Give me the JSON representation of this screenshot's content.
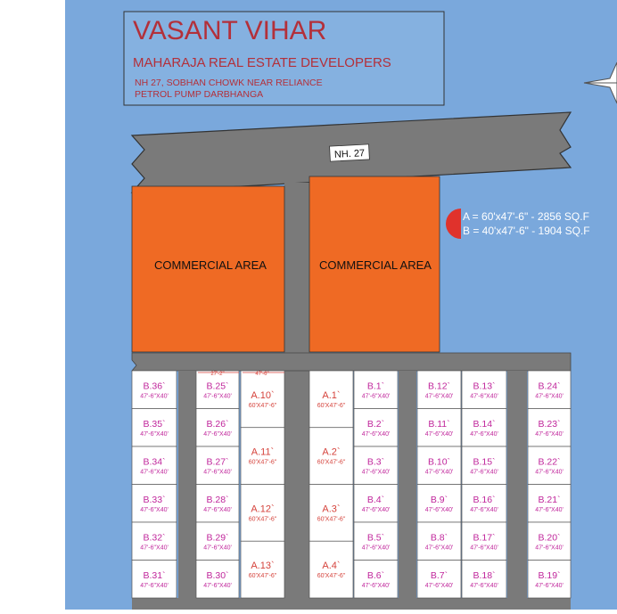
{
  "colors": {
    "background": "#7aa8dc",
    "road": "#7a7a7a",
    "commercial": "#ef6a24",
    "title_red": "#b3303a",
    "plot_pink": "#c0259b",
    "plot_red": "#d5423b",
    "legend_red": "#e0322c"
  },
  "title": {
    "name": "VASANT VIHAR",
    "developer": "MAHARAJA REAL ESTATE DEVELOPERS",
    "address_line1": "NH 27, SOBHAN CHOWK NEAR RELIANCE",
    "address_line2": "PETROL PUMP DARBHANGA"
  },
  "highway_label": "NH. 27",
  "commercial": {
    "left_label": "COMMERCIAL AREA",
    "right_label": "COMMERCIAL AREA"
  },
  "legend": {
    "line_a": "A = 60'x47'-6\"  - 2856 SQ.F",
    "line_b": "B = 40'x47'-6\"  - 1904 SQ.F"
  },
  "compass_icon": "north-star-icon",
  "dims": {
    "top_left": "27'-2\"",
    "top_right": "47'-6\""
  },
  "b_size": "47'-6\"X40'",
  "a_size": "60'X47'-6\"",
  "plots": {
    "col1": [
      "B.36`",
      "B.35`",
      "B.34`",
      "B.33`",
      "B.32`",
      "B.31`"
    ],
    "col2": [
      "B.25`",
      "B.26`",
      "B.27`",
      "B.28`",
      "B.29`",
      "B.30`"
    ],
    "col3": [
      "A.10`",
      "A.11`",
      "A.12`",
      "A.13`"
    ],
    "col4": [
      "A.1`",
      "A.2`",
      "A.3`",
      "A.4`"
    ],
    "col5": [
      "B.1`",
      "B.2`",
      "B.3`",
      "B.4`",
      "B.5`",
      "B.6`"
    ],
    "col6": [
      "B.12`",
      "B.11`",
      "B.10`",
      "B.9`",
      "B.8`",
      "B.7`"
    ],
    "col7": [
      "B.13`",
      "B.14`",
      "B.15`",
      "B.16`",
      "B.17`",
      "B.18`"
    ],
    "col8": [
      "B.24`",
      "B.23`",
      "B.22`",
      "B.21`",
      "B.20`",
      "B.19`"
    ]
  }
}
